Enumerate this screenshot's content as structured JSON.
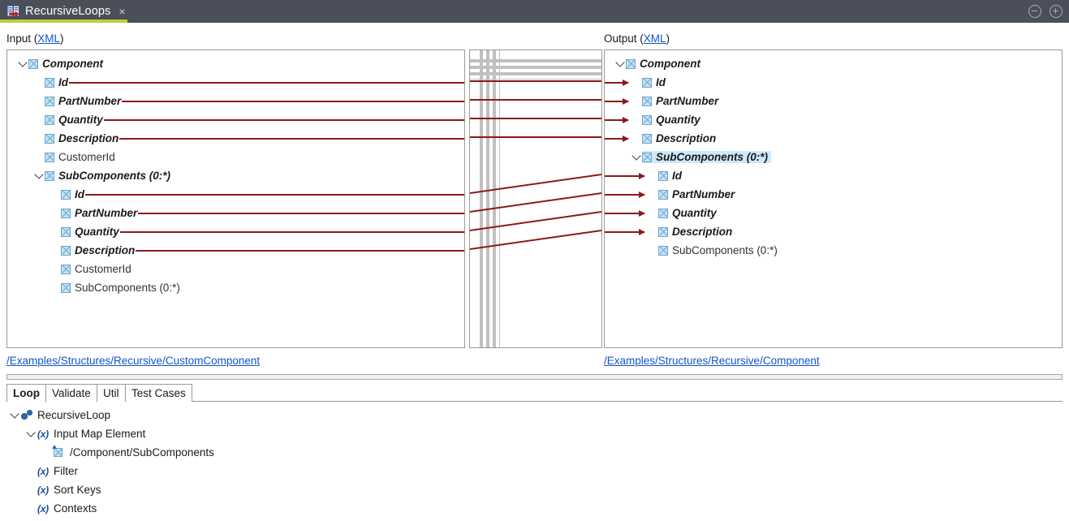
{
  "window": {
    "tab_title": "RecursiveLoops",
    "tab_icon": "mapping-document-icon",
    "close_label": "×",
    "accent_color": "#b9cf3d",
    "titlebar_color": "#4a4f5a",
    "minimize_label": "−",
    "maximize_label": "+"
  },
  "input_panel": {
    "header_prefix": "Input (",
    "header_link": "XML",
    "header_suffix": ")",
    "path": "/Examples/Structures/Recursive/CustomComponent",
    "rows": [
      {
        "label": "Component",
        "depth": 0,
        "expanded": true,
        "mapped": true,
        "connector": "none",
        "selected": false
      },
      {
        "label": "Id",
        "depth": 1,
        "expanded": null,
        "mapped": true,
        "connector": "line",
        "selected": false
      },
      {
        "label": "PartNumber",
        "depth": 1,
        "expanded": null,
        "mapped": true,
        "connector": "line",
        "selected": false
      },
      {
        "label": "Quantity",
        "depth": 1,
        "expanded": null,
        "mapped": true,
        "connector": "line",
        "selected": false
      },
      {
        "label": "Description",
        "depth": 1,
        "expanded": null,
        "mapped": true,
        "connector": "line",
        "selected": false
      },
      {
        "label": "CustomerId",
        "depth": 1,
        "expanded": null,
        "mapped": false,
        "connector": "none",
        "selected": false
      },
      {
        "label": "SubComponents (0:*)",
        "depth": 1,
        "expanded": true,
        "mapped": true,
        "connector": "none",
        "selected": false
      },
      {
        "label": "Id",
        "depth": 2,
        "expanded": null,
        "mapped": true,
        "connector": "line",
        "selected": false
      },
      {
        "label": "PartNumber",
        "depth": 2,
        "expanded": null,
        "mapped": true,
        "connector": "line",
        "selected": false
      },
      {
        "label": "Quantity",
        "depth": 2,
        "expanded": null,
        "mapped": true,
        "connector": "line",
        "selected": false
      },
      {
        "label": "Description",
        "depth": 2,
        "expanded": null,
        "mapped": true,
        "connector": "line",
        "selected": false
      },
      {
        "label": "CustomerId",
        "depth": 2,
        "expanded": null,
        "mapped": false,
        "connector": "none",
        "selected": false
      },
      {
        "label": "SubComponents (0:*)",
        "depth": 2,
        "expanded": null,
        "mapped": false,
        "connector": "none",
        "selected": false
      }
    ]
  },
  "output_panel": {
    "header_prefix": "Output (",
    "header_link": "XML",
    "header_suffix": ")",
    "path": "/Examples/Structures/Recursive/Component",
    "rows": [
      {
        "label": "Component",
        "depth": 0,
        "expanded": true,
        "mapped": true,
        "connector": "none",
        "selected": false
      },
      {
        "label": "Id",
        "depth": 1,
        "expanded": null,
        "mapped": true,
        "connector": "arrow",
        "selected": false
      },
      {
        "label": "PartNumber",
        "depth": 1,
        "expanded": null,
        "mapped": true,
        "connector": "arrow",
        "selected": false
      },
      {
        "label": "Quantity",
        "depth": 1,
        "expanded": null,
        "mapped": true,
        "connector": "arrow",
        "selected": false
      },
      {
        "label": "Description",
        "depth": 1,
        "expanded": null,
        "mapped": true,
        "connector": "arrow",
        "selected": false
      },
      {
        "label": "SubComponents (0:*)",
        "depth": 1,
        "expanded": true,
        "mapped": true,
        "connector": "none",
        "selected": true
      },
      {
        "label": "Id",
        "depth": 2,
        "expanded": null,
        "mapped": true,
        "connector": "arrow",
        "selected": false
      },
      {
        "label": "PartNumber",
        "depth": 2,
        "expanded": null,
        "mapped": true,
        "connector": "arrow",
        "selected": false
      },
      {
        "label": "Quantity",
        "depth": 2,
        "expanded": null,
        "mapped": true,
        "connector": "arrow",
        "selected": false
      },
      {
        "label": "Description",
        "depth": 2,
        "expanded": null,
        "mapped": true,
        "connector": "arrow",
        "selected": false
      },
      {
        "label": "SubComponents (0:*)",
        "depth": 2,
        "expanded": null,
        "mapped": false,
        "connector": "none",
        "selected": false
      }
    ]
  },
  "mapping_grid": {
    "line_color": "#8b1a1a",
    "grid_color": "#b6b6b6",
    "connections": [
      {
        "from_row": 1,
        "to_row": 1
      },
      {
        "from_row": 2,
        "to_row": 2
      },
      {
        "from_row": 3,
        "to_row": 3
      },
      {
        "from_row": 4,
        "to_row": 4
      },
      {
        "from_row": 7,
        "to_row": 6
      },
      {
        "from_row": 8,
        "to_row": 7
      },
      {
        "from_row": 9,
        "to_row": 8
      },
      {
        "from_row": 10,
        "to_row": 9
      }
    ]
  },
  "bottom_pane": {
    "tabs": [
      {
        "label": "Loop",
        "active": true
      },
      {
        "label": "Validate",
        "active": false
      },
      {
        "label": "Util",
        "active": false
      },
      {
        "label": "Test Cases",
        "active": false
      }
    ],
    "rows": [
      {
        "label": "RecursiveLoop",
        "depth": 0,
        "icon": "gears-icon",
        "expanded": true
      },
      {
        "label": "Input Map Element",
        "depth": 1,
        "icon": "fx-icon",
        "expanded": true
      },
      {
        "label": "/Component/SubComponents",
        "depth": 2,
        "icon": "element-icon",
        "expanded": null
      },
      {
        "label": "Filter",
        "depth": 1,
        "icon": "fx-icon",
        "expanded": null
      },
      {
        "label": "Sort Keys",
        "depth": 1,
        "icon": "fx-icon",
        "expanded": null
      },
      {
        "label": "Contexts",
        "depth": 1,
        "icon": "fx-icon",
        "expanded": null
      }
    ],
    "fx_label": "(x)"
  }
}
